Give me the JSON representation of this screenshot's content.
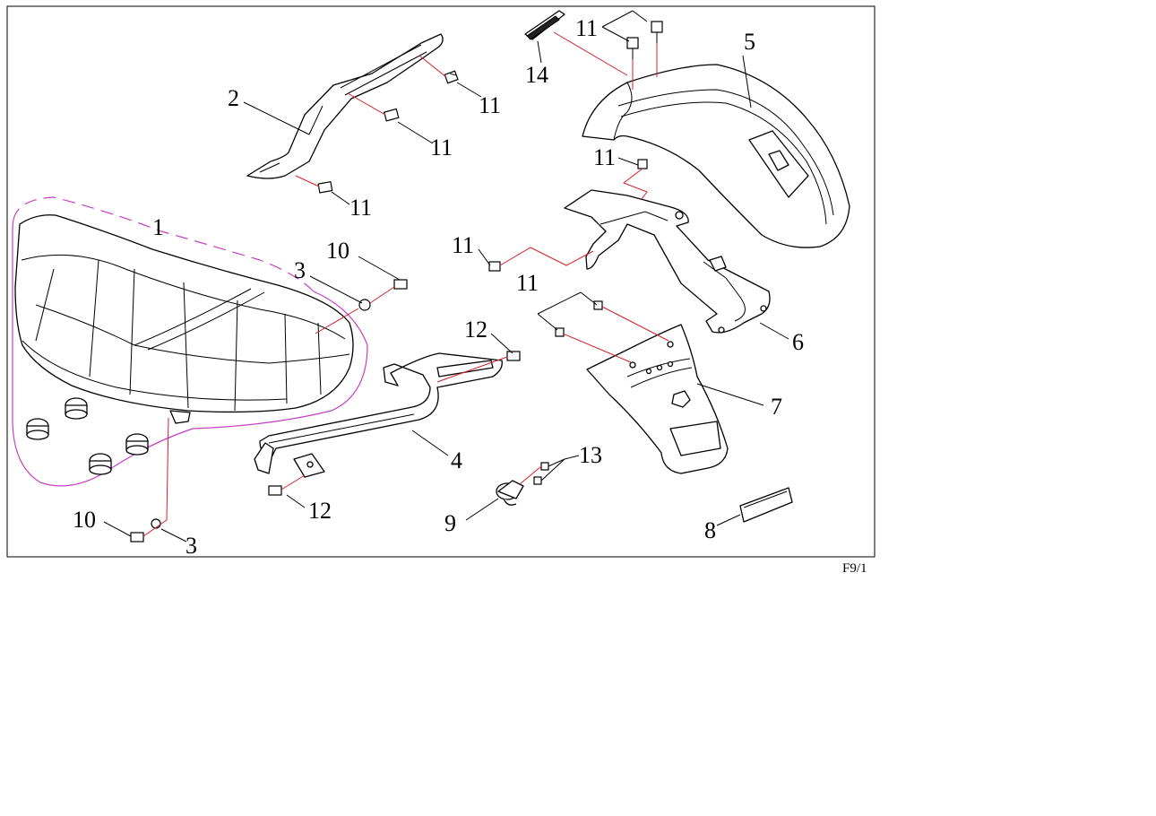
{
  "callouts": {
    "seat": "1",
    "side_bracket": "2",
    "washer_top": "3",
    "washer_bottom": "3",
    "grab_rail": "4",
    "rear_fender": "5",
    "fender_bracket": "6",
    "rear_mudguard": "7",
    "reflector": "8",
    "plate_light": "9",
    "bolt_10_top": "10",
    "bolt_10_bottom": "10",
    "bolt_11_bracket_a": "11",
    "bolt_11_bracket_b": "11",
    "bolt_11_bracket_c": "11",
    "bolt_11_fender_top": "11",
    "bolt_11_fender_mid": "11",
    "bolt_11_bracket_left": "11",
    "bolt_11_mudguard": "11",
    "bolt_12_top": "12",
    "bolt_12_bottom": "12",
    "screw_13": "13",
    "pad_14": "14"
  },
  "figure_code": "F9/1",
  "colors": {
    "fastener_line": "#d2222a",
    "seat_group_outline": "#c640c6",
    "line_art": "#000000"
  }
}
